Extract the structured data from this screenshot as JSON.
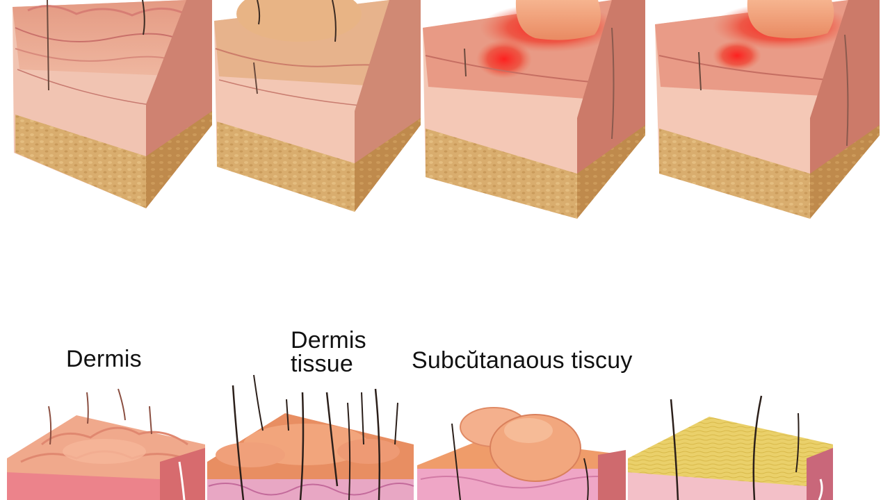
{
  "labels": {
    "dermis": "Dermis",
    "dermis_tissue_line1": "Dermis",
    "dermis_tissue_line2": "tissue",
    "subcutaneous": "Subcŭtanaous tiscuy"
  },
  "colors": {
    "epidermis_top": "#e9a58c",
    "dermis_layer": "#f4c7b6",
    "subcutaneous_fat": "#d6a868",
    "inflammation_red": "#e8242a",
    "blister_fill": "#f0a27c",
    "side_face": "#c9776b",
    "fat_top_yellow": "#ecd46a",
    "mucosa_pink": "#e58ab0",
    "hair": "#3a2a22"
  },
  "top_row": [
    {
      "name": "skin-block-normal",
      "inflamed": false,
      "blister": false
    },
    {
      "name": "skin-block-raised",
      "inflamed": false,
      "blister": true
    },
    {
      "name": "skin-block-inflamed-blister",
      "inflamed": true,
      "blister": true
    },
    {
      "name": "skin-block-inflamed-blister-2",
      "inflamed": true,
      "blister": true
    }
  ],
  "bottom_row": [
    {
      "name": "bottom-block-wrinkled"
    },
    {
      "name": "bottom-block-hairy"
    },
    {
      "name": "bottom-block-bumps"
    },
    {
      "name": "bottom-block-fat"
    }
  ]
}
